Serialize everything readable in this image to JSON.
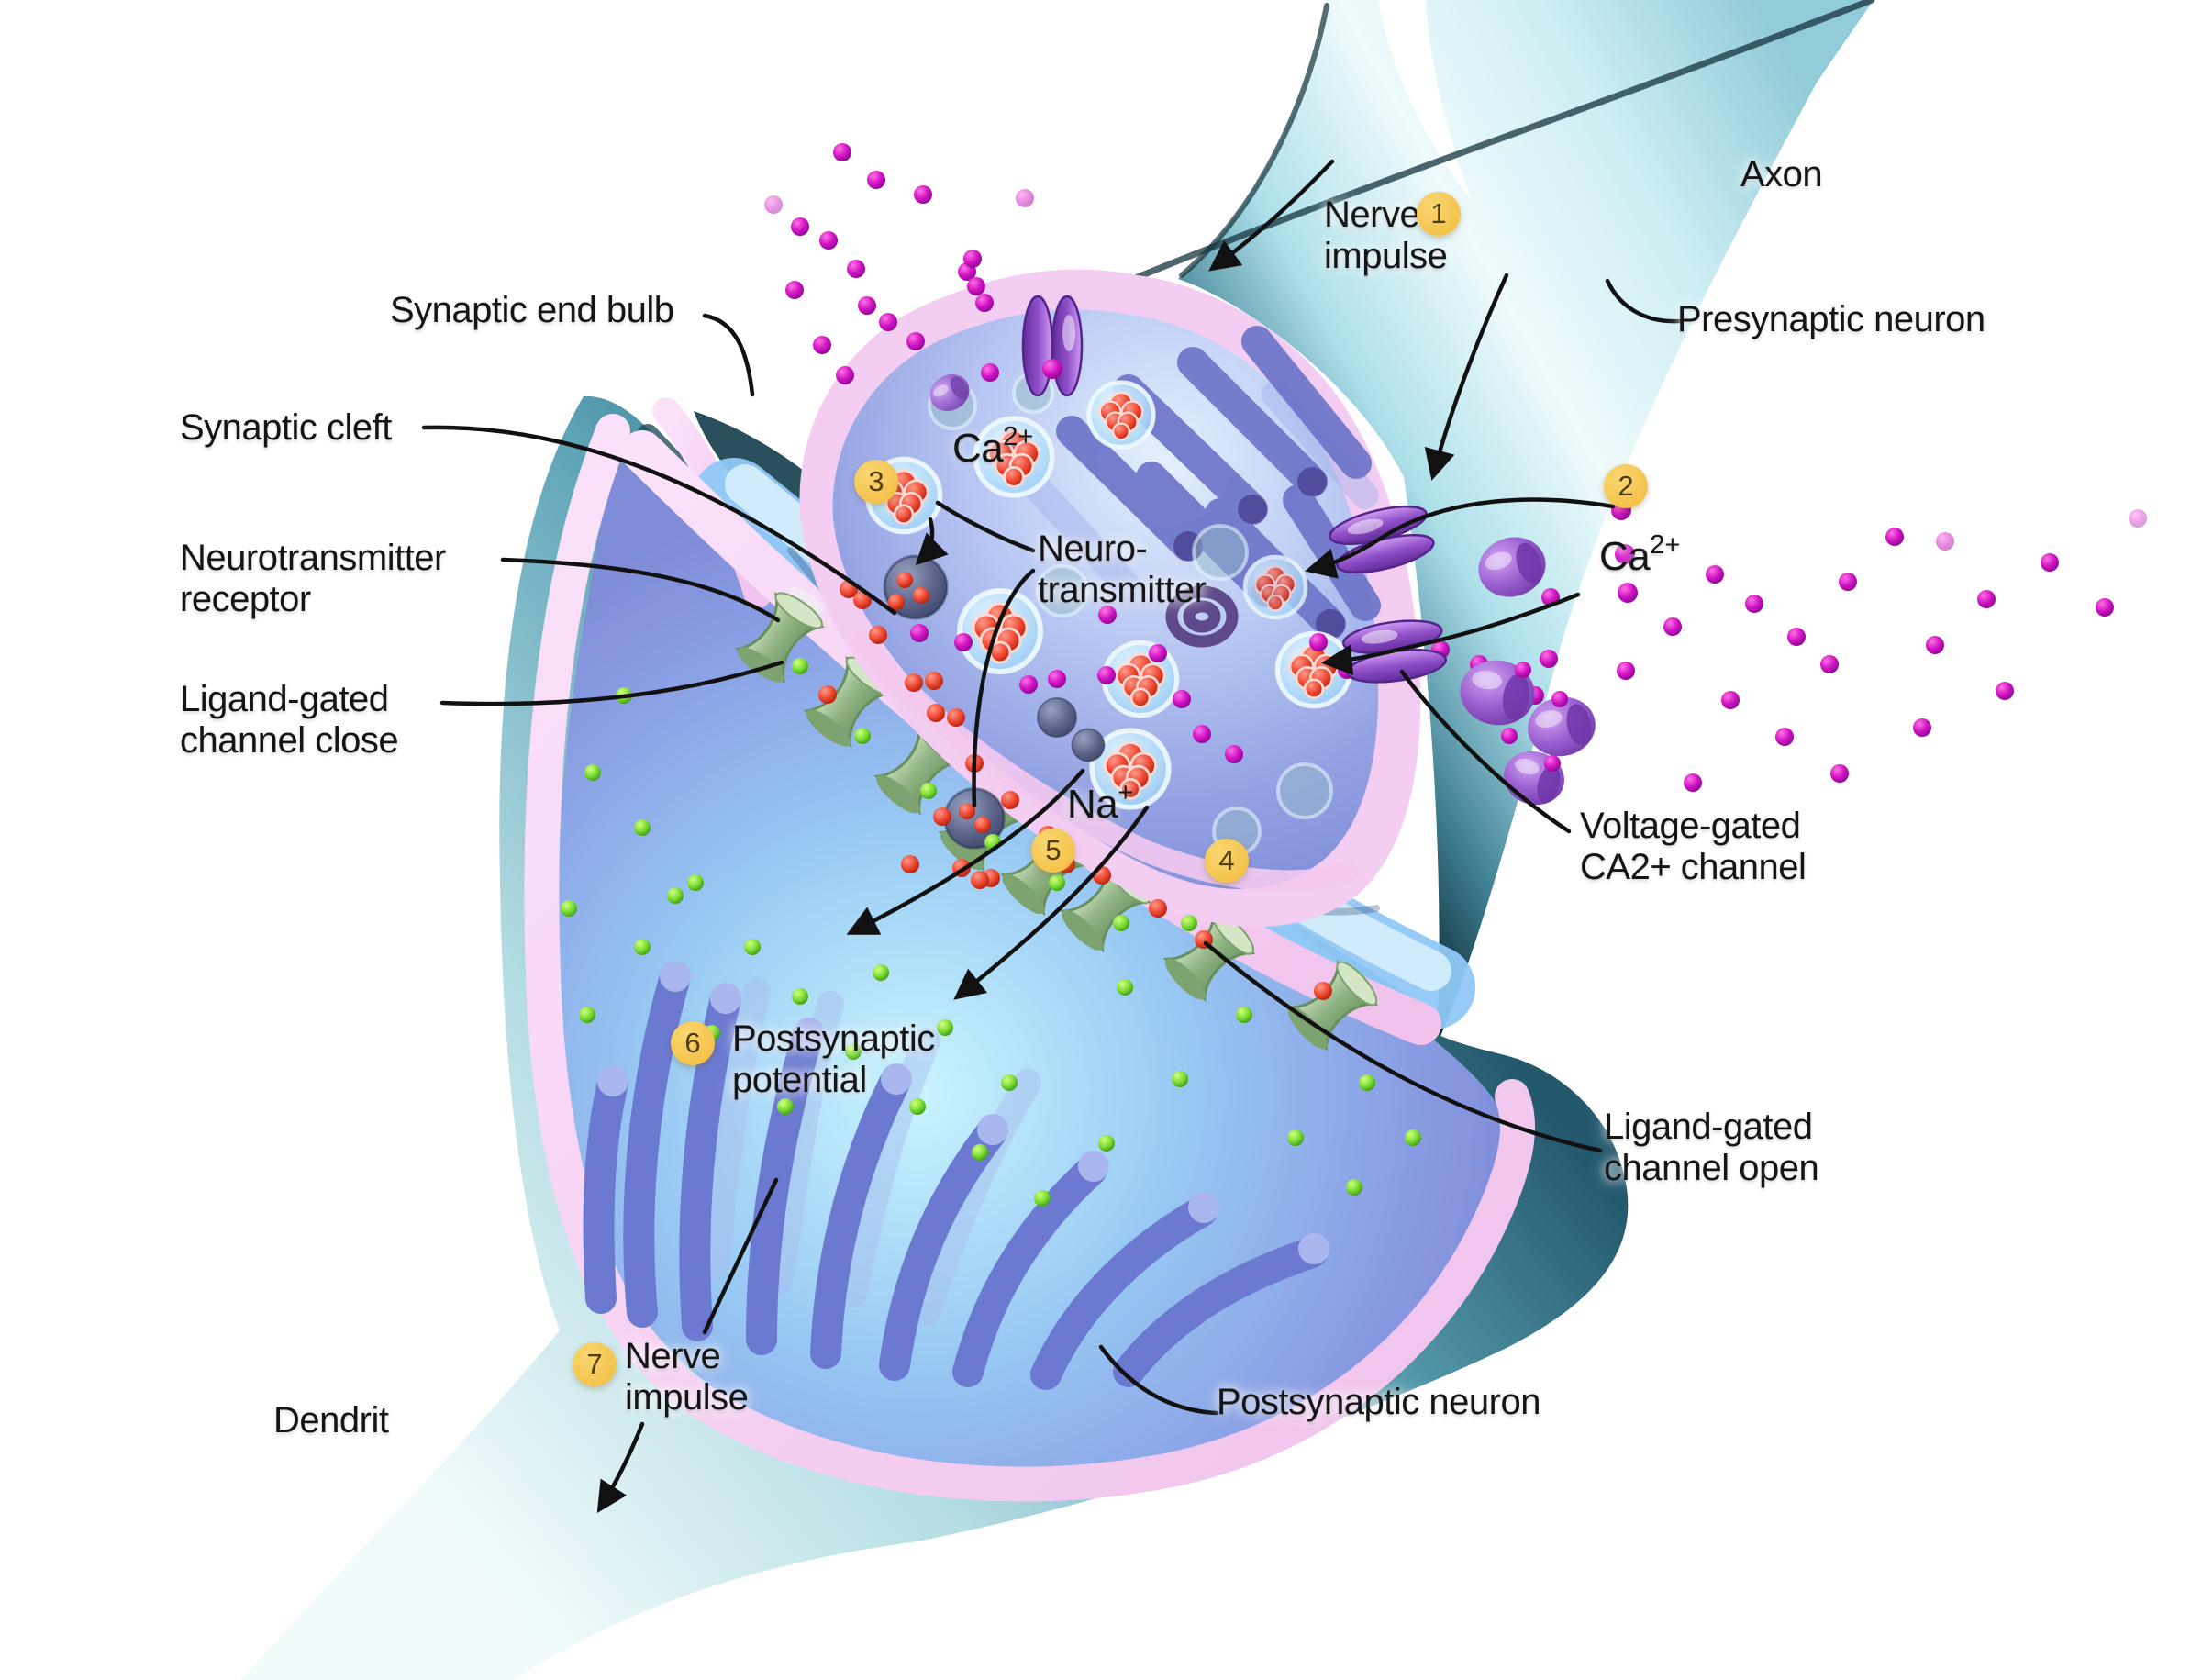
{
  "labels": {
    "axon": "Axon",
    "nerve_impulse_top": "Nerve\nimpulse",
    "presynaptic_neuron": "Presynaptic neuron",
    "synaptic_end_bulb": "Synaptic end bulb",
    "synaptic_cleft": "Synaptic cleft",
    "neurotransmitter_receptor": "Neurotransmitter\nreceptor",
    "ligand_gated_channel_close": "Ligand-gated\nchannel close",
    "neurotransmitter": "Neuro-\ntransmitter",
    "ca_center": {
      "base": "Ca",
      "sup": "2+"
    },
    "ca_right": {
      "base": "Ca",
      "sup": "2+"
    },
    "na": {
      "base": "Na",
      "sup": "+"
    },
    "voltage_gated_channel": "Voltage-gated\nCA2+ channel",
    "postsynaptic_potential": "Postsynaptic\npotential",
    "ligand_gated_channel_open": "Ligand-gated\nchannel open",
    "nerve_impulse_bottom": "Nerve\nimpulse",
    "dendrit": "Dendrit",
    "postsynaptic_neuron": "Postsynaptic neuron"
  },
  "badges": [
    {
      "n": "1"
    },
    {
      "n": "2"
    },
    {
      "n": "3"
    },
    {
      "n": "4"
    },
    {
      "n": "5"
    },
    {
      "n": "6"
    },
    {
      "n": "7"
    }
  ],
  "colors": {
    "badge_yellow": "#f3c24b",
    "membrane_pink": "#f5cef2",
    "presynaptic_teal": "#bfe9f0",
    "interior_violet": "#8a99e0",
    "cavity_cyan": "#b9f0fd",
    "calcium_ion_magenta": "#d81fc8",
    "neurotransmitter_red": "#ee4433",
    "sodium_ion_green": "#7de23e",
    "channel_purple": "#9a5fd0",
    "receptor_green": "#8fb283",
    "line_black": "#111111"
  }
}
